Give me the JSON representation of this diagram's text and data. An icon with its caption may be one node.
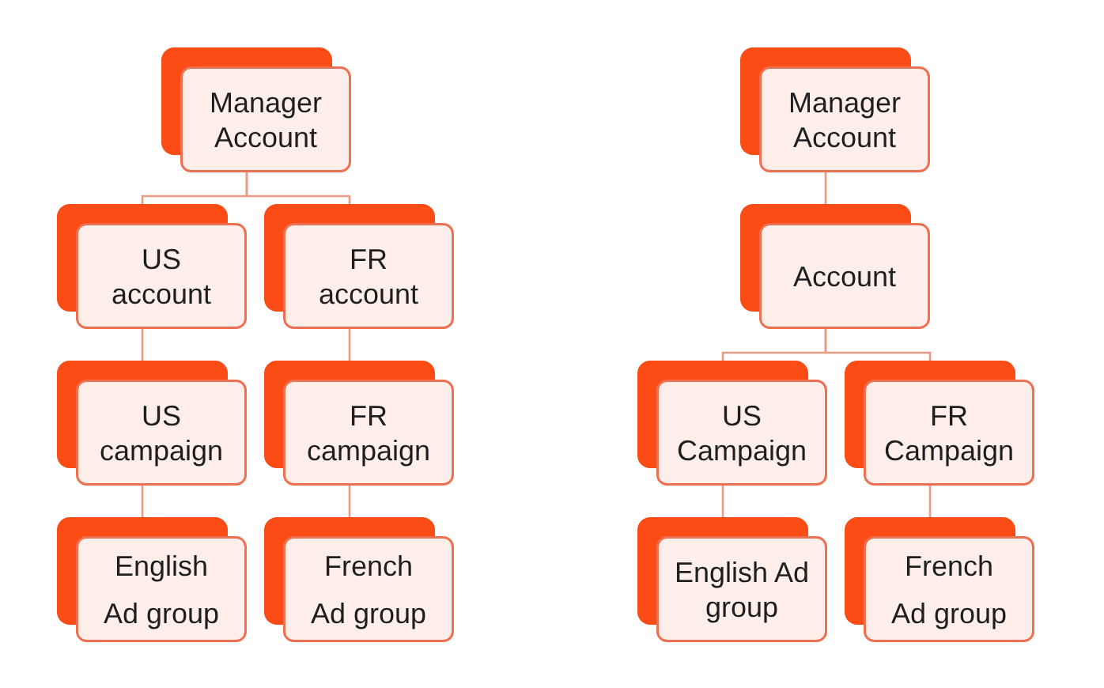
{
  "diagram": {
    "nodes": [
      {
        "text": [
          "Manager Account"
        ]
      },
      {
        "text": [
          "US account"
        ]
      },
      {
        "text": [
          "FR account"
        ]
      },
      {
        "text": [
          "US campaign"
        ]
      },
      {
        "text": [
          "FR campaign"
        ]
      },
      {
        "text": [
          "English",
          "Ad group"
        ]
      },
      {
        "text": [
          "French",
          "Ad group"
        ]
      },
      {
        "text": [
          "Manager Account"
        ]
      },
      {
        "text": [
          "Account"
        ]
      },
      {
        "text": [
          "US Campaign"
        ]
      },
      {
        "text": [
          "FR Campaign"
        ]
      },
      {
        "text": [
          "English Ad group"
        ]
      },
      {
        "text": [
          "French",
          "Ad group"
        ]
      }
    ],
    "edges": [
      {
        "from": 0,
        "to": 1,
        "arrow": "none"
      },
      {
        "from": 0,
        "to": 2,
        "arrow": "none"
      },
      {
        "from": 1,
        "to": 3,
        "arrow": "none"
      },
      {
        "from": 2,
        "to": 4,
        "arrow": "none"
      },
      {
        "from": 3,
        "to": 5,
        "arrow": "none"
      },
      {
        "from": 4,
        "to": 6,
        "arrow": "none"
      },
      {
        "from": 7,
        "to": 8,
        "arrow": "none"
      },
      {
        "from": 8,
        "to": 9,
        "arrow": "none"
      },
      {
        "from": 8,
        "to": 10,
        "arrow": "none"
      },
      {
        "from": 9,
        "to": 11,
        "arrow": "none"
      },
      {
        "from": 10,
        "to": 12,
        "arrow": "none"
      }
    ]
  }
}
